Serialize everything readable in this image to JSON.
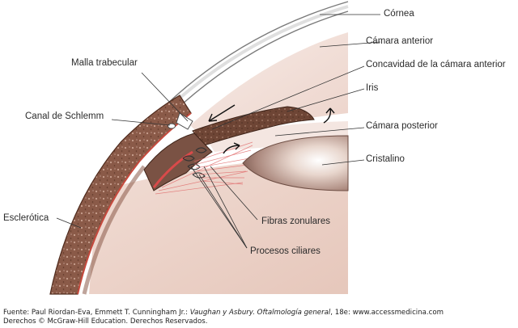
{
  "labels": {
    "cornea": "Córnea",
    "anterior_chamber": "Cámara anterior",
    "angle_recess": "Concavidad de la cámara anterior",
    "iris": "Iris",
    "posterior_chamber": "Cámara posterior",
    "lens": "Cristalino",
    "trabecular_meshwork": "Malla trabecular",
    "schlemm_canal": "Canal de Schlemm",
    "sclera": "Esclerótica",
    "zonular_fibers": "Fibras zonulares",
    "ciliary_processes": "Procesos ciliares"
  },
  "caption": {
    "prefix": "Fuente: Paul Riordan-Eva, Emmett T. Cunningham Jr.: ",
    "book": "Vaughan y Asbury. Oftalmología general",
    "suffix": ", 18e: www.accessmedicina.com",
    "rights": "Derechos © McGraw-Hill Education. Derechos Reservados."
  },
  "colors": {
    "sclera": "#8a5a48",
    "iris": "#6e4535",
    "chamber": "#f3e2dc",
    "ciliary_muscle": "#d94a4a",
    "lens_core": "#ffffff"
  }
}
